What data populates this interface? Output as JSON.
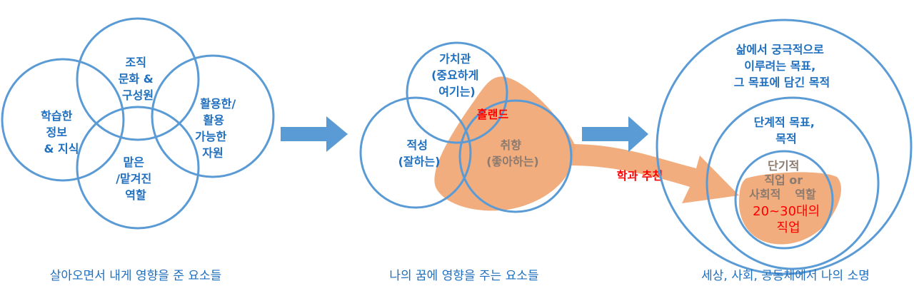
{
  "left_group": {
    "circles": {
      "top": [
        "조직",
        "문화 &",
        "구성원"
      ],
      "left": [
        "학습한",
        "정보",
        "& 지식"
      ],
      "right": [
        "활용한/",
        "활용",
        "가능한",
        "자원"
      ],
      "bottom": [
        "맡은",
        "/맡겨진",
        "역할"
      ]
    },
    "caption": "살아오면서 내게 영향을 준 요소들"
  },
  "middle_group": {
    "circles": {
      "top": [
        "가치관",
        "(중요하게",
        "여기는)"
      ],
      "left": [
        "적성",
        "(잘하는)"
      ],
      "right": [
        "취향",
        "(좋아하는)"
      ]
    },
    "overlay_label": "홀랜드",
    "arrow_label": "학과 추천",
    "caption": "나의 꿈에 영향을 주는 요소들"
  },
  "right_group": {
    "outer": [
      "삶에서 궁극적으로",
      "이루려는 목표,",
      "그 목표에 담긴 목적"
    ],
    "middle": [
      "단계적 목표,",
      "목적"
    ],
    "inner": [
      "단기적",
      "직업 or",
      "사회적",
      "역할"
    ],
    "overlay_label": [
      "20~30대의",
      "직업"
    ],
    "caption": "세상, 사회, 공동체에서 나의 소명"
  },
  "colors": {
    "ring": "#5b9bd5",
    "text": "#1f6fbf",
    "highlight": "#f0a673",
    "accent": "#ff0000"
  }
}
